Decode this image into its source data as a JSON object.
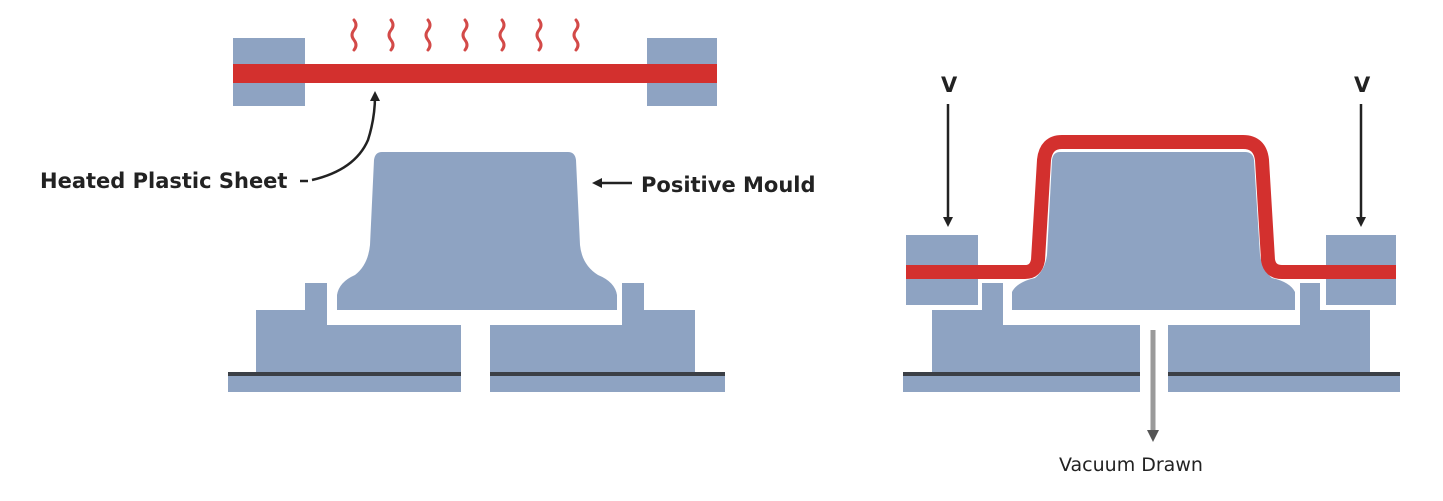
{
  "labels": {
    "heated_sheet": "Heated Plastic Sheet",
    "positive_mould": "Positive Mould",
    "vacuum_drawn": "Vacuum Drawn",
    "v_left": "V",
    "v_right": "V"
  },
  "colors": {
    "mould": "#8ea3c2",
    "plastic": "#d3302e",
    "heat": "#d34a48",
    "base_line": "#3b3f46",
    "arrow": "#222222",
    "vacuum_arrow": "#8c8c8c",
    "background": "#ffffff"
  }
}
